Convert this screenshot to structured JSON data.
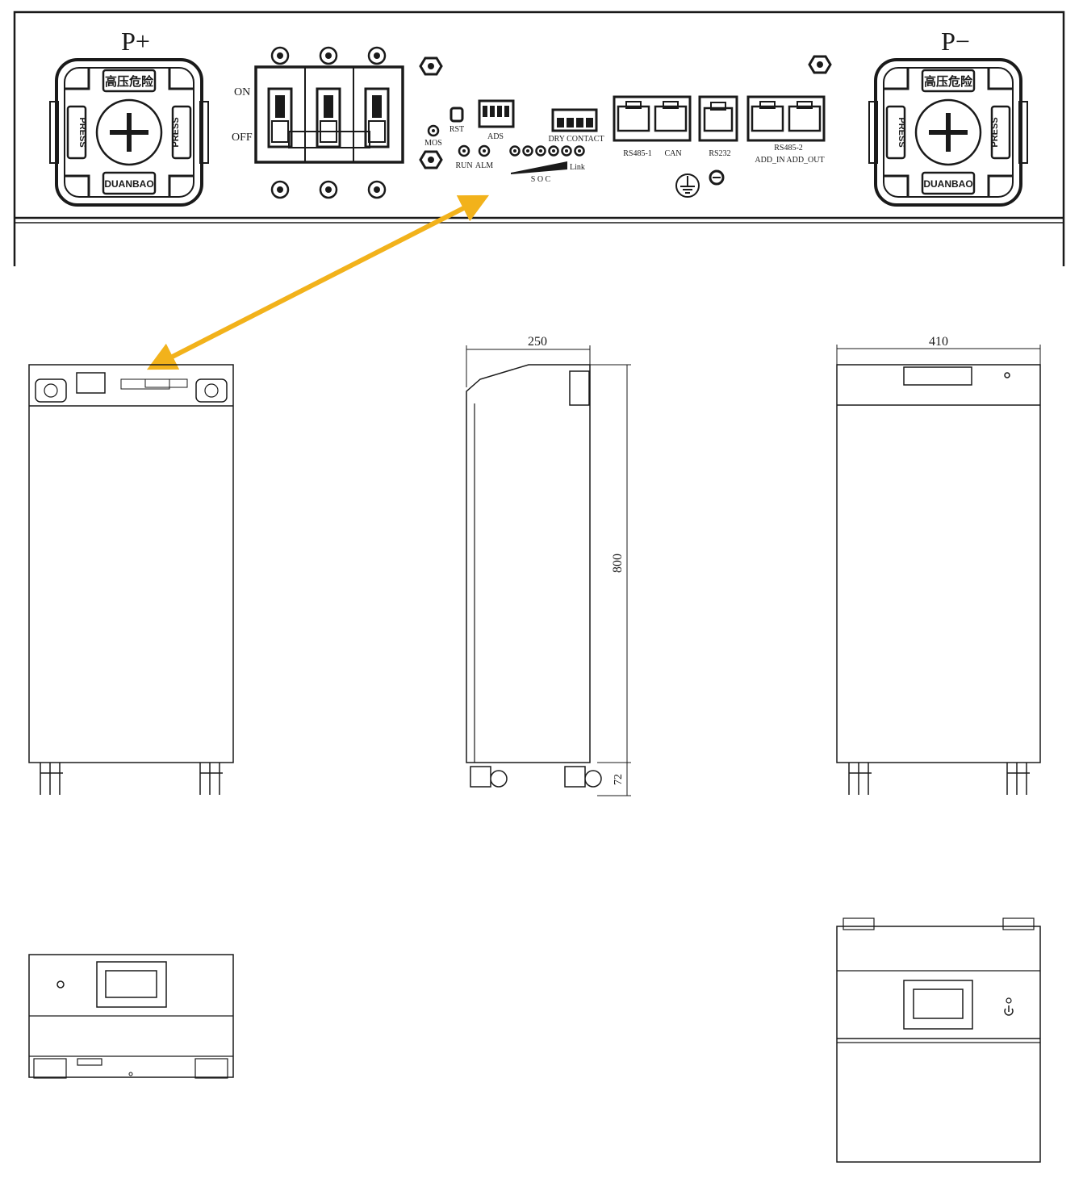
{
  "panel": {
    "terminal_pos_label": "P+",
    "terminal_neg_label": "P−",
    "terminal_warning": "高压危险",
    "terminal_brand": "DUANBAO",
    "terminal_press": "PRESS",
    "breaker_on": "ON",
    "breaker_off": "OFF",
    "mos_label": "MOS",
    "rst_label": "RST",
    "ads_label": "ADS",
    "run_label": "RUN",
    "alm_label": "ALM",
    "soc_label": "S O C",
    "link_label": "Link",
    "dry_contact_label": "DRY CONTACT",
    "rs485_1_label": "RS485-1",
    "can_label": "CAN",
    "rs232_label": "RS232",
    "rs485_2_label": "RS485-2",
    "add_in_label": "ADD_IN",
    "add_out_label": "ADD_OUT"
  },
  "dimensions": {
    "side_depth": "250",
    "side_height": "800",
    "wheel_height": "72",
    "back_width": "410"
  },
  "colors": {
    "arrow": "#F2B21B",
    "line": "#1a1a1a"
  }
}
